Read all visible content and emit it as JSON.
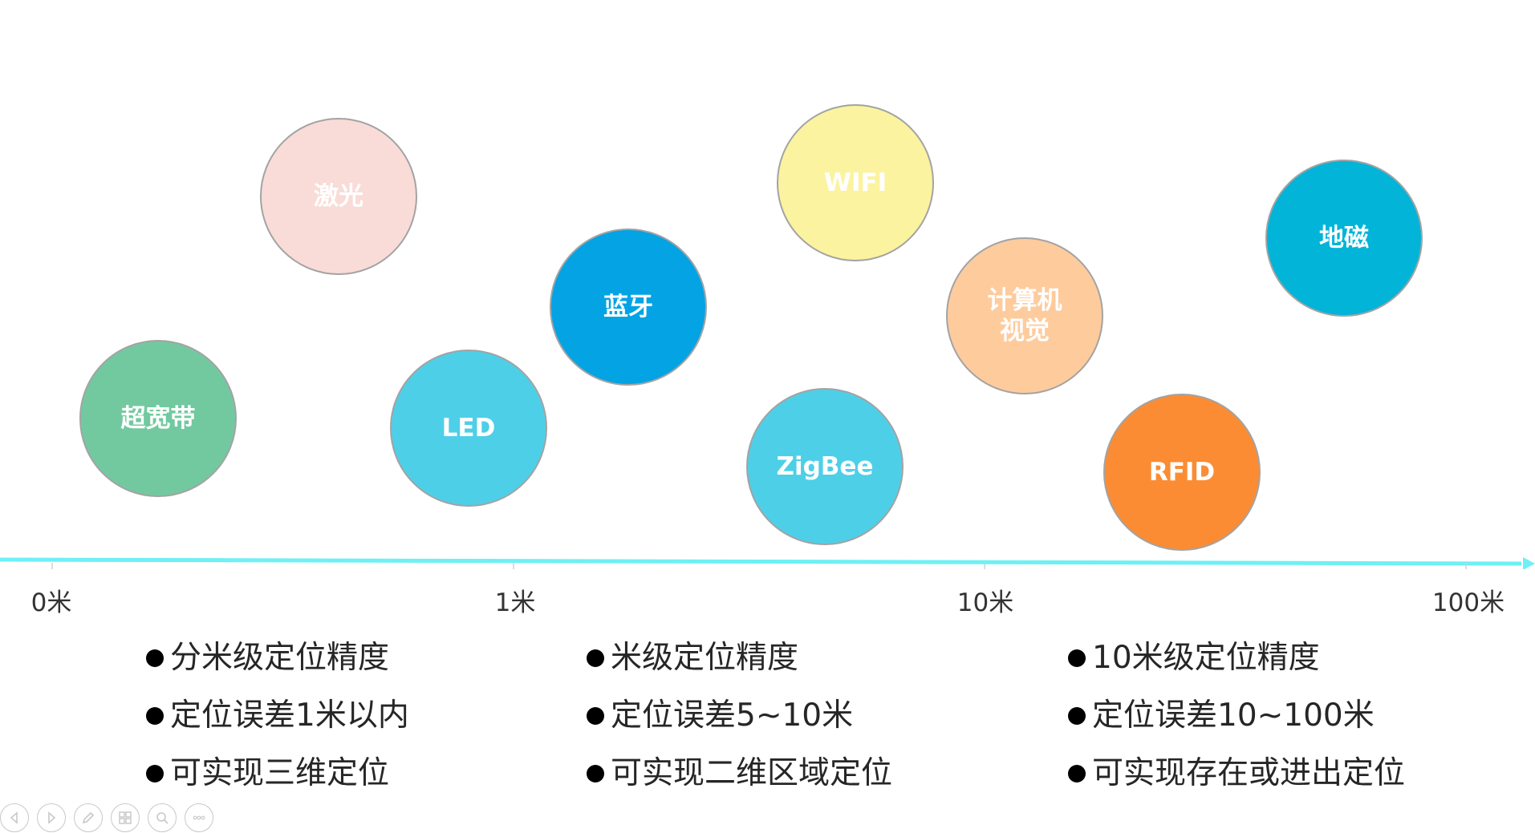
{
  "technologies": [
    {
      "label": "超宽带",
      "color": "#72c9a0"
    },
    {
      "label": "激光",
      "color": "#f9dcd7"
    },
    {
      "label": "LED",
      "color": "#4ecfe8"
    },
    {
      "label": "蓝牙",
      "color": "#03a3e4"
    },
    {
      "label": "WIFI",
      "color": "#fbf39f"
    },
    {
      "label": "ZigBee",
      "color": "#4ecfe8"
    },
    {
      "label": "计算机\n视觉",
      "color": "#fecb9d"
    },
    {
      "label": "RFID",
      "color": "#fb8c33"
    },
    {
      "label": "地磁",
      "color": "#02b4d8"
    }
  ],
  "axis": {
    "color": "#6ef0f4",
    "ticks": [
      "0米",
      "1米",
      "10米",
      "100米"
    ]
  },
  "features": [
    [
      "分米级定位精度",
      "定位误差1米以内",
      "可实现三维定位"
    ],
    [
      "米级定位精度",
      "定位误差5~10米",
      "可实现二维区域定位"
    ],
    [
      "10米级定位精度",
      "定位误差10~100米",
      "可实现存在或进出定位"
    ]
  ],
  "toolbar": {
    "icons": [
      "prev-slide-icon",
      "next-slide-icon",
      "pen-icon",
      "slides-grid-icon",
      "zoom-icon",
      "more-icon"
    ]
  }
}
